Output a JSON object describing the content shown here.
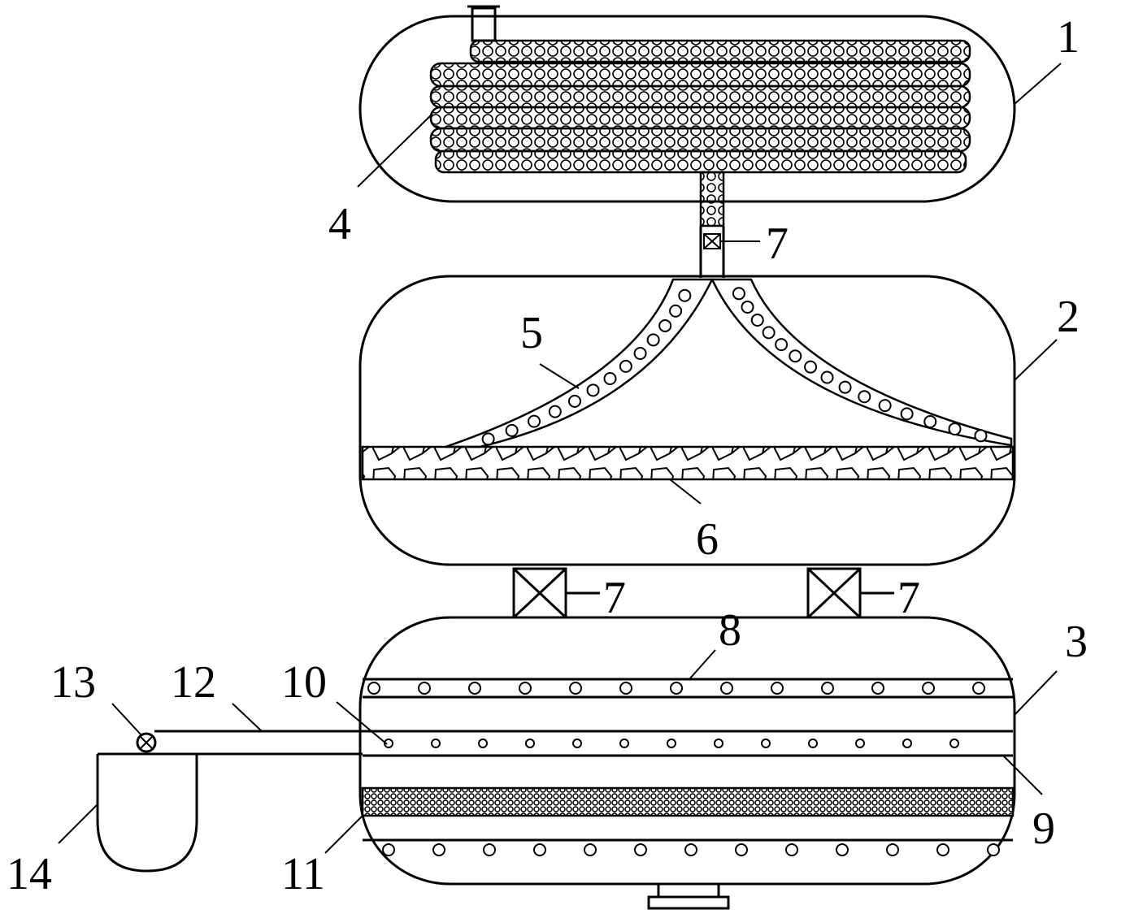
{
  "labels": {
    "l1": "1",
    "l2": "2",
    "l3": "3",
    "l4": "4",
    "l5": "5",
    "l6": "6",
    "l7a": "7",
    "l7b": "7",
    "l7c": "7",
    "l8": "8",
    "l9": "9",
    "l10": "10",
    "l11": "11",
    "l12": "12",
    "l13": "13",
    "l14": "14"
  }
}
